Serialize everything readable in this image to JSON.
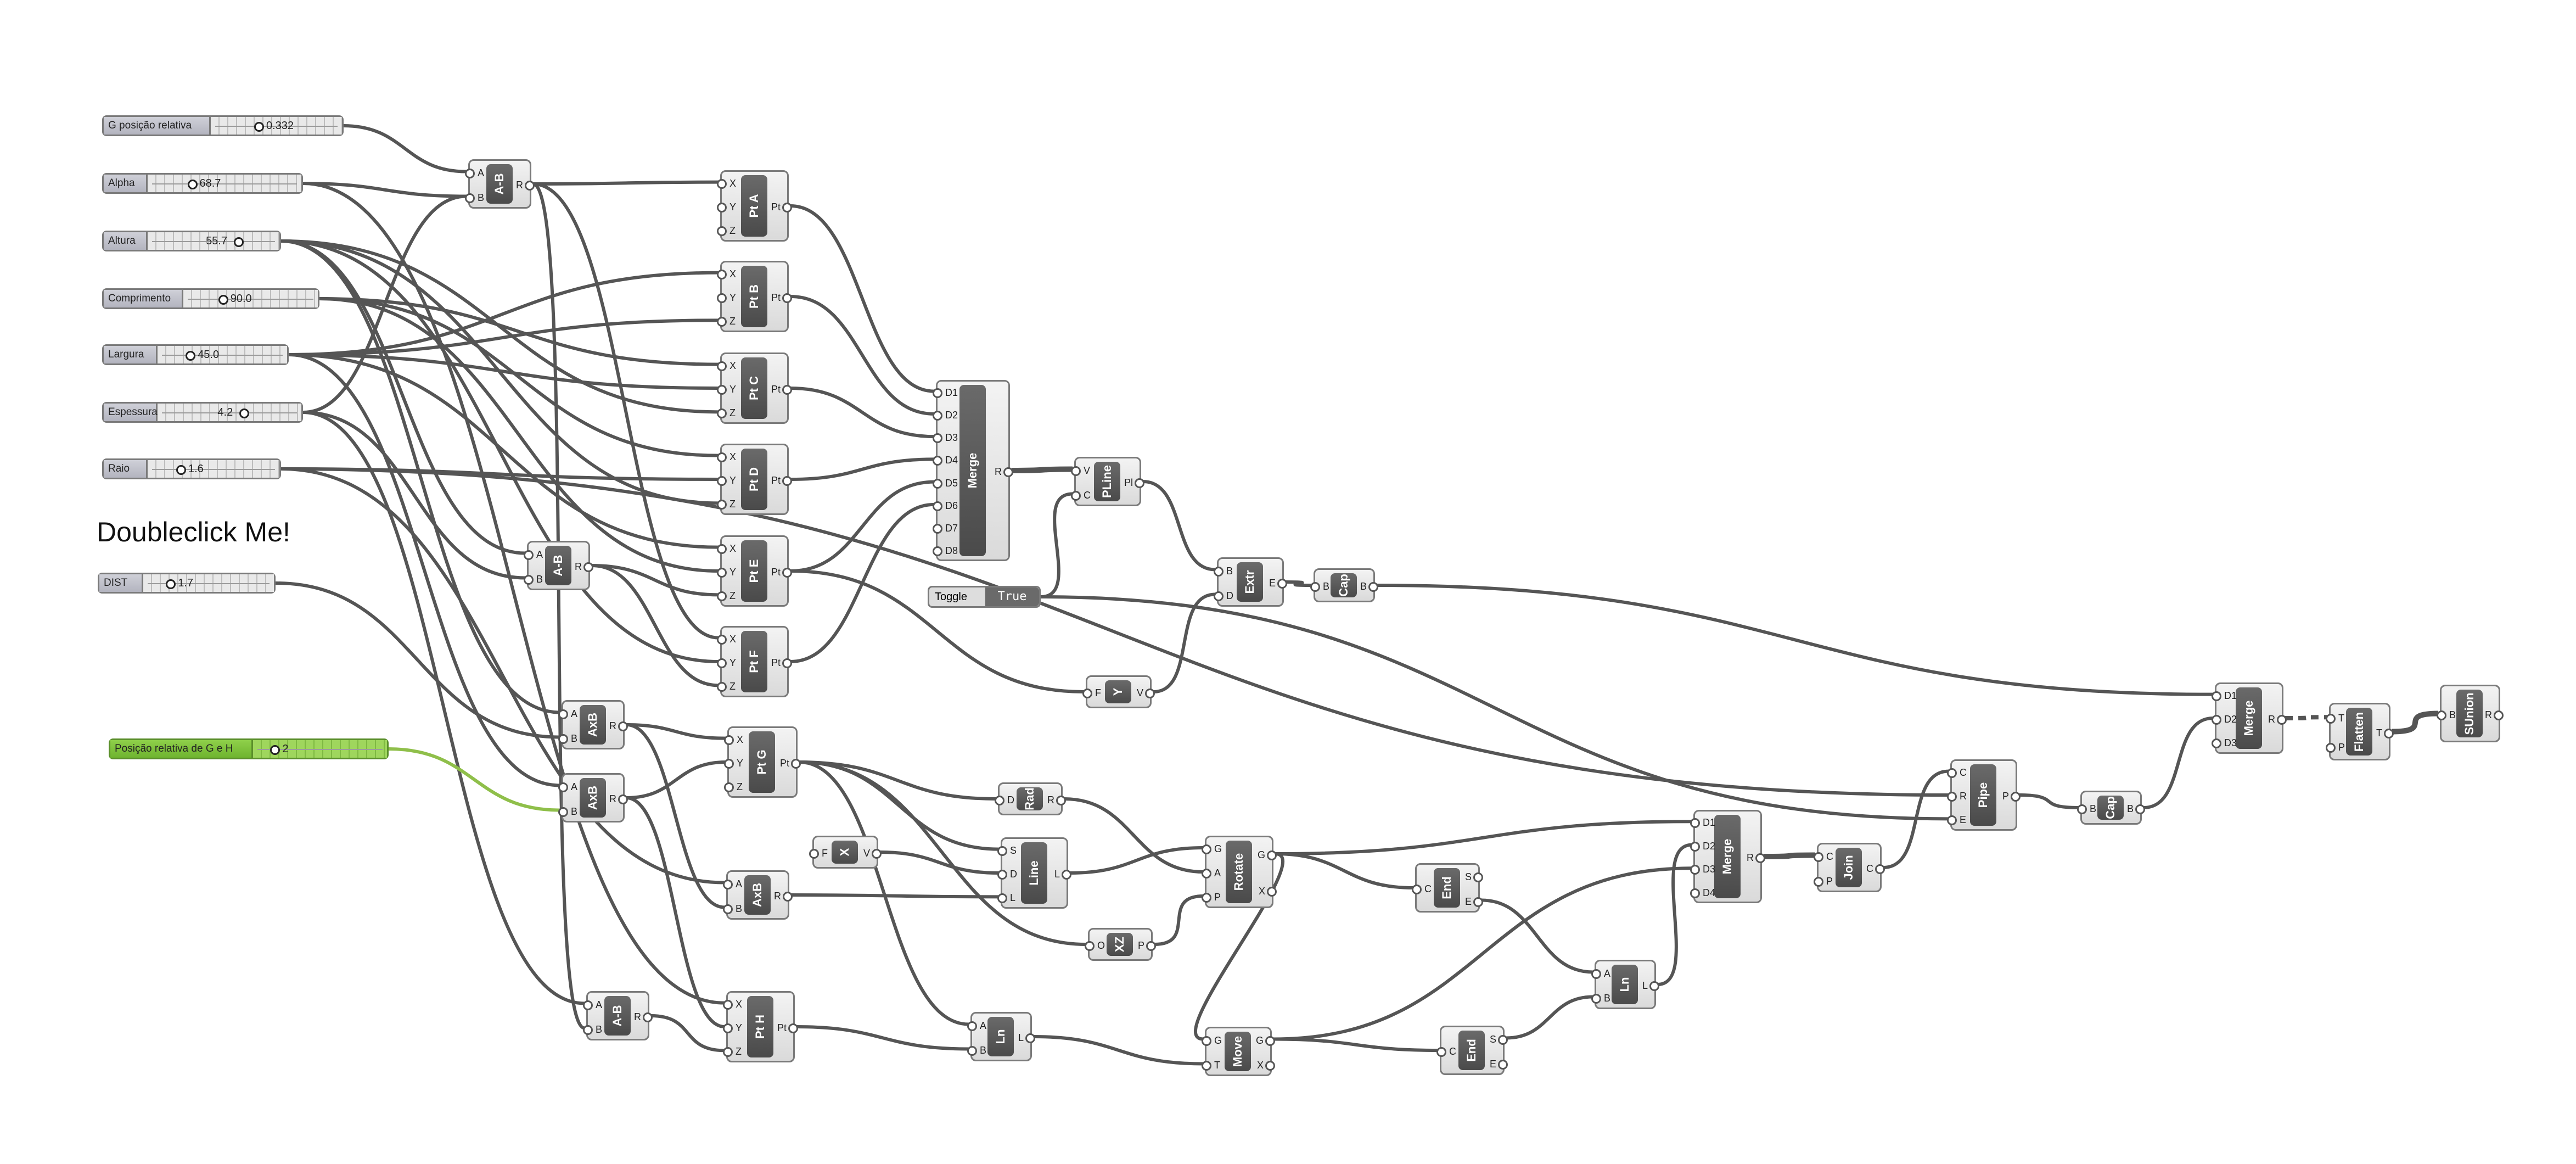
{
  "canvas_note": "Doubleclick Me!",
  "sliders": [
    {
      "id": "s_g",
      "label": "G posição relativa",
      "value": "0.332",
      "knob_fraction": 0.33
    },
    {
      "id": "s_alpha",
      "label": "Alpha",
      "value": "68.7",
      "knob_fraction": 0.25
    },
    {
      "id": "s_alt",
      "label": "Altura",
      "value": "55.7",
      "knob_fraction": 0.7
    },
    {
      "id": "s_comp",
      "label": "Comprimento",
      "value": "90.0",
      "knob_fraction": 0.25
    },
    {
      "id": "s_larg",
      "label": "Largura",
      "value": "45.0",
      "knob_fraction": 0.2
    },
    {
      "id": "s_esp",
      "label": "Espessura",
      "value": "4.2",
      "knob_fraction": 0.6
    },
    {
      "id": "s_raio",
      "label": "Raio",
      "value": "1.6",
      "knob_fraction": 0.2
    },
    {
      "id": "s_dist",
      "label": "DIST",
      "value": "1.7",
      "knob_fraction": 0.15
    },
    {
      "id": "s_pos",
      "label": "Posição relativa de G e H",
      "value": "2",
      "knob_fraction": 0.1
    }
  ],
  "toggle": {
    "label": "Toggle",
    "value": "True"
  },
  "components": [
    {
      "id": "ab1",
      "title": "A-B",
      "inputs": [
        "A",
        "B"
      ],
      "outputs": [
        "R"
      ]
    },
    {
      "id": "pta",
      "title": "Pt A",
      "inputs": [
        "X",
        "Y",
        "Z"
      ],
      "outputs": [
        "Pt"
      ]
    },
    {
      "id": "ptb",
      "title": "Pt B",
      "inputs": [
        "X",
        "Y",
        "Z"
      ],
      "outputs": [
        "Pt"
      ]
    },
    {
      "id": "ptc",
      "title": "Pt C",
      "inputs": [
        "X",
        "Y",
        "Z"
      ],
      "outputs": [
        "Pt"
      ]
    },
    {
      "id": "ptd",
      "title": "Pt D",
      "inputs": [
        "X",
        "Y",
        "Z"
      ],
      "outputs": [
        "Pt"
      ]
    },
    {
      "id": "pte",
      "title": "Pt E",
      "inputs": [
        "X",
        "Y",
        "Z"
      ],
      "outputs": [
        "Pt"
      ]
    },
    {
      "id": "ptf",
      "title": "Pt F",
      "inputs": [
        "X",
        "Y",
        "Z"
      ],
      "outputs": [
        "Pt"
      ]
    },
    {
      "id": "ab2",
      "title": "A-B",
      "inputs": [
        "A",
        "B"
      ],
      "outputs": [
        "R"
      ]
    },
    {
      "id": "merge1",
      "title": "Merge",
      "inputs": [
        "D1",
        "D2",
        "D3",
        "D4",
        "D5",
        "D6",
        "D7",
        "D8"
      ],
      "outputs": [
        "R"
      ]
    },
    {
      "id": "pline",
      "title": "PLine",
      "inputs": [
        "V",
        "C"
      ],
      "outputs": [
        "Pl"
      ]
    },
    {
      "id": "extr",
      "title": "Extr",
      "inputs": [
        "B",
        "D"
      ],
      "outputs": [
        "E"
      ]
    },
    {
      "id": "cap1",
      "title": "Cap",
      "inputs": [
        "B"
      ],
      "outputs": [
        "B"
      ]
    },
    {
      "id": "y",
      "title": "Y",
      "inputs": [
        "F"
      ],
      "outputs": [
        "V"
      ]
    },
    {
      "id": "axb1",
      "title": "AxB",
      "inputs": [
        "A",
        "B"
      ],
      "outputs": [
        "R"
      ]
    },
    {
      "id": "axb2",
      "title": "AxB",
      "inputs": [
        "A",
        "B"
      ],
      "outputs": [
        "R"
      ]
    },
    {
      "id": "ptg",
      "title": "Pt G",
      "inputs": [
        "X",
        "Y",
        "Z"
      ],
      "outputs": [
        "Pt"
      ]
    },
    {
      "id": "rad",
      "title": "Rad",
      "inputs": [
        "D"
      ],
      "outputs": [
        "R"
      ]
    },
    {
      "id": "x",
      "title": "X",
      "inputs": [
        "F"
      ],
      "outputs": [
        "V"
      ]
    },
    {
      "id": "line",
      "title": "Line",
      "inputs": [
        "S",
        "D",
        "L"
      ],
      "outputs": [
        "L"
      ]
    },
    {
      "id": "axb3",
      "title": "AxB",
      "inputs": [
        "A",
        "B"
      ],
      "outputs": [
        "R"
      ]
    },
    {
      "id": "rotate",
      "title": "Rotate",
      "inputs": [
        "G",
        "A",
        "P"
      ],
      "outputs": [
        "G",
        "X"
      ]
    },
    {
      "id": "xz",
      "title": "XZ",
      "inputs": [
        "O"
      ],
      "outputs": [
        "P"
      ]
    },
    {
      "id": "end1",
      "title": "End",
      "inputs": [
        "C"
      ],
      "outputs": [
        "S",
        "E"
      ]
    },
    {
      "id": "merge2",
      "title": "Merge",
      "inputs": [
        "D1",
        "D2",
        "D3",
        "D4"
      ],
      "outputs": [
        "R"
      ]
    },
    {
      "id": "join",
      "title": "Join",
      "inputs": [
        "C",
        "P"
      ],
      "outputs": [
        "C"
      ]
    },
    {
      "id": "pipe",
      "title": "Pipe",
      "inputs": [
        "C",
        "R",
        "E"
      ],
      "outputs": [
        "P"
      ]
    },
    {
      "id": "cap2",
      "title": "Cap",
      "inputs": [
        "B"
      ],
      "outputs": [
        "B"
      ]
    },
    {
      "id": "merge3",
      "title": "Merge",
      "inputs": [
        "D1",
        "D2",
        "D3"
      ],
      "outputs": [
        "R"
      ]
    },
    {
      "id": "flatten",
      "title": "Flatten",
      "inputs": [
        "T",
        "P"
      ],
      "outputs": [
        "T"
      ]
    },
    {
      "id": "sunion",
      "title": "SUnion",
      "inputs": [
        "B"
      ],
      "outputs": [
        "R"
      ]
    },
    {
      "id": "ab3",
      "title": "A-B",
      "inputs": [
        "A",
        "B"
      ],
      "outputs": [
        "R"
      ]
    },
    {
      "id": "pth",
      "title": "Pt H",
      "inputs": [
        "X",
        "Y",
        "Z"
      ],
      "outputs": [
        "Pt"
      ]
    },
    {
      "id": "ln1",
      "title": "Ln",
      "inputs": [
        "A",
        "B"
      ],
      "outputs": [
        "L"
      ]
    },
    {
      "id": "move",
      "title": "Move",
      "inputs": [
        "G",
        "T"
      ],
      "outputs": [
        "G",
        "X"
      ]
    },
    {
      "id": "end2",
      "title": "End",
      "inputs": [
        "C"
      ],
      "outputs": [
        "S",
        "E"
      ]
    },
    {
      "id": "ln2",
      "title": "Ln",
      "inputs": [
        "A",
        "B"
      ],
      "outputs": [
        "L"
      ]
    }
  ]
}
